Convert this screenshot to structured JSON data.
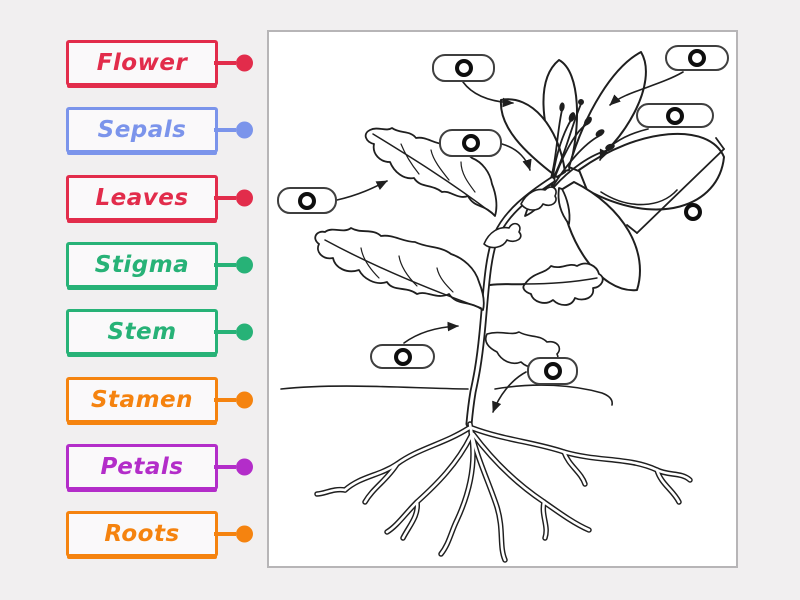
{
  "app": {
    "background_color": "#f1eff0",
    "panel_background": "#ffffff",
    "panel_border_color": "#b7b5b7",
    "ink_color": "#1f1f1f"
  },
  "labels": [
    {
      "text": "Flower",
      "color": "#e22c4b"
    },
    {
      "text": "Sepals",
      "color": "#7b94eb"
    },
    {
      "text": "Leaves",
      "color": "#e22c4b"
    },
    {
      "text": "Stigma",
      "color": "#27b277"
    },
    {
      "text": "Stem",
      "color": "#27b277"
    },
    {
      "text": "Stamen",
      "color": "#f5830f"
    },
    {
      "text": "Petals",
      "color": "#b32dc9"
    },
    {
      "text": "Roots",
      "color": "#f5830f"
    }
  ],
  "diagram": {
    "description": "black-and-white line drawing of a flowering plant with roots",
    "dropzone_marker_icon": "hollow-circle",
    "dropzones": [
      {
        "id": "dropzone-1",
        "style": "boxed"
      },
      {
        "id": "dropzone-2",
        "style": "boxed"
      },
      {
        "id": "dropzone-3",
        "style": "boxed"
      },
      {
        "id": "dropzone-4",
        "style": "boxed"
      },
      {
        "id": "dropzone-5",
        "style": "boxed"
      },
      {
        "id": "dropzone-6",
        "style": "bare"
      },
      {
        "id": "dropzone-7",
        "style": "boxed"
      },
      {
        "id": "dropzone-8",
        "style": "boxed"
      }
    ]
  }
}
